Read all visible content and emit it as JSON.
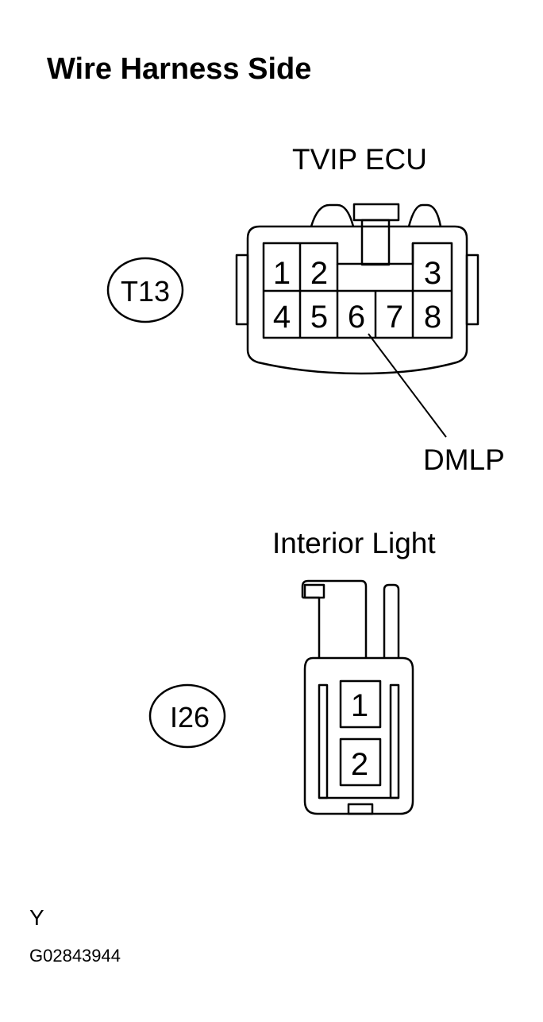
{
  "title": "Wire Harness Side",
  "connectors": [
    {
      "name": "TVIP ECU",
      "code": "T13",
      "pins": [
        "1",
        "2",
        "3",
        "4",
        "5",
        "6",
        "7",
        "8"
      ],
      "callout": {
        "pin": "6",
        "signal": "DMLP"
      }
    },
    {
      "name": "Interior Light",
      "code": "I26",
      "pins": [
        "1",
        "2"
      ]
    }
  ],
  "footer": {
    "marker": "Y",
    "figure_id": "G02843944"
  }
}
